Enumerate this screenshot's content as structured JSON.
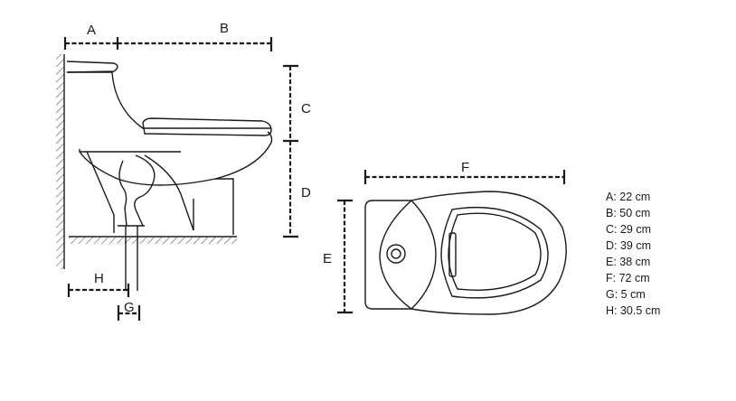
{
  "diagram": {
    "dimension_labels": {
      "A": "A",
      "B": "B",
      "C": "C",
      "D": "D",
      "E": "E",
      "F": "F",
      "G": "G",
      "H": "H"
    },
    "legend": [
      "A: 22 cm",
      "B: 50 cm",
      "C: 29 cm",
      "D: 39 cm",
      "E: 38 cm",
      "F: 72 cm",
      "G: 5 cm",
      "H: 30.5 cm"
    ]
  }
}
